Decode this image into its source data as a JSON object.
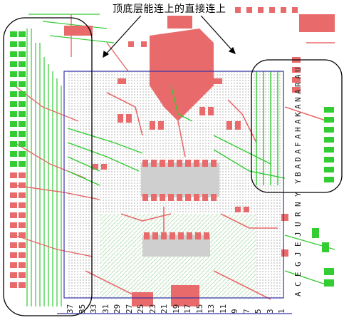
{
  "annotation": {
    "text": "顶底层能连上的直接连上"
  },
  "bottom_pin_numbers": [
    "37",
    "35",
    "33",
    "31",
    "29",
    "27",
    "25",
    "23",
    "21",
    "19",
    "17",
    "15",
    "13",
    "11",
    "9",
    "7",
    "5",
    "3",
    "1"
  ],
  "right_pin_letters": [
    "Y",
    "B",
    "A",
    "D",
    "A",
    "F",
    "A",
    "H",
    "A",
    "K",
    "A",
    "N",
    "A",
    "R",
    "A",
    "U"
  ],
  "right_pin_letters_lower": [
    "Y",
    "N",
    "R",
    "U",
    "J",
    "E",
    "J",
    "G",
    "E",
    "C",
    "A"
  ],
  "colors": {
    "copper_top": "#e86a6a",
    "copper_pour": "#f2a0a0",
    "trace_green": "#33cc33",
    "trace_gray": "#b8b8b8",
    "outline_blue": "#3333aa",
    "annotation_box": "#000000"
  }
}
